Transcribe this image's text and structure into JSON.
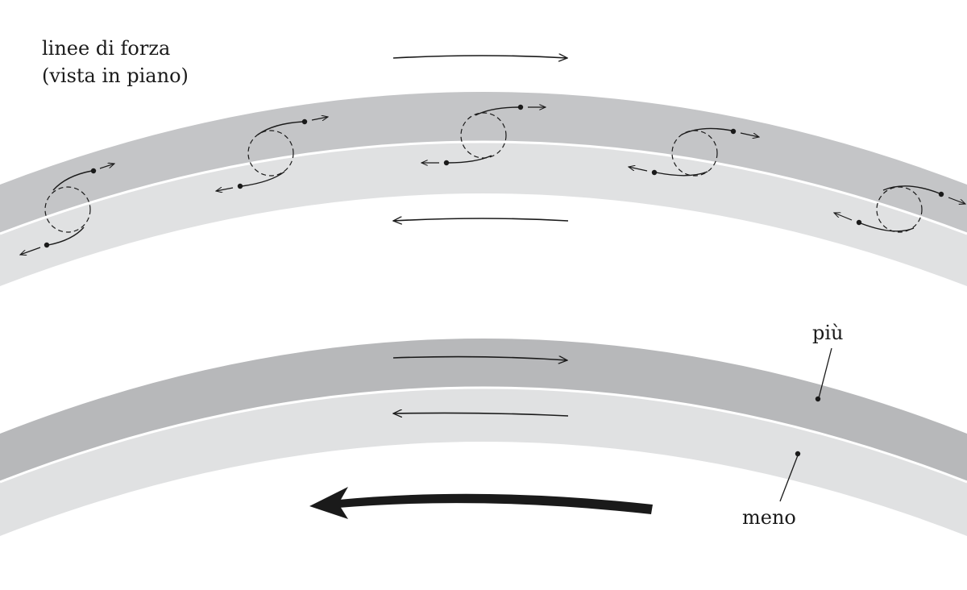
{
  "labels": {
    "title_line1": "linee di forza",
    "title_line2": "(vista in piano)",
    "piu": "più",
    "meno": "meno"
  },
  "colors": {
    "band_dark": "#c4c5c7",
    "band_light": "#e0e1e2",
    "band_dark_bottom": "#b7b8ba",
    "ink": "#1a1a1a"
  }
}
